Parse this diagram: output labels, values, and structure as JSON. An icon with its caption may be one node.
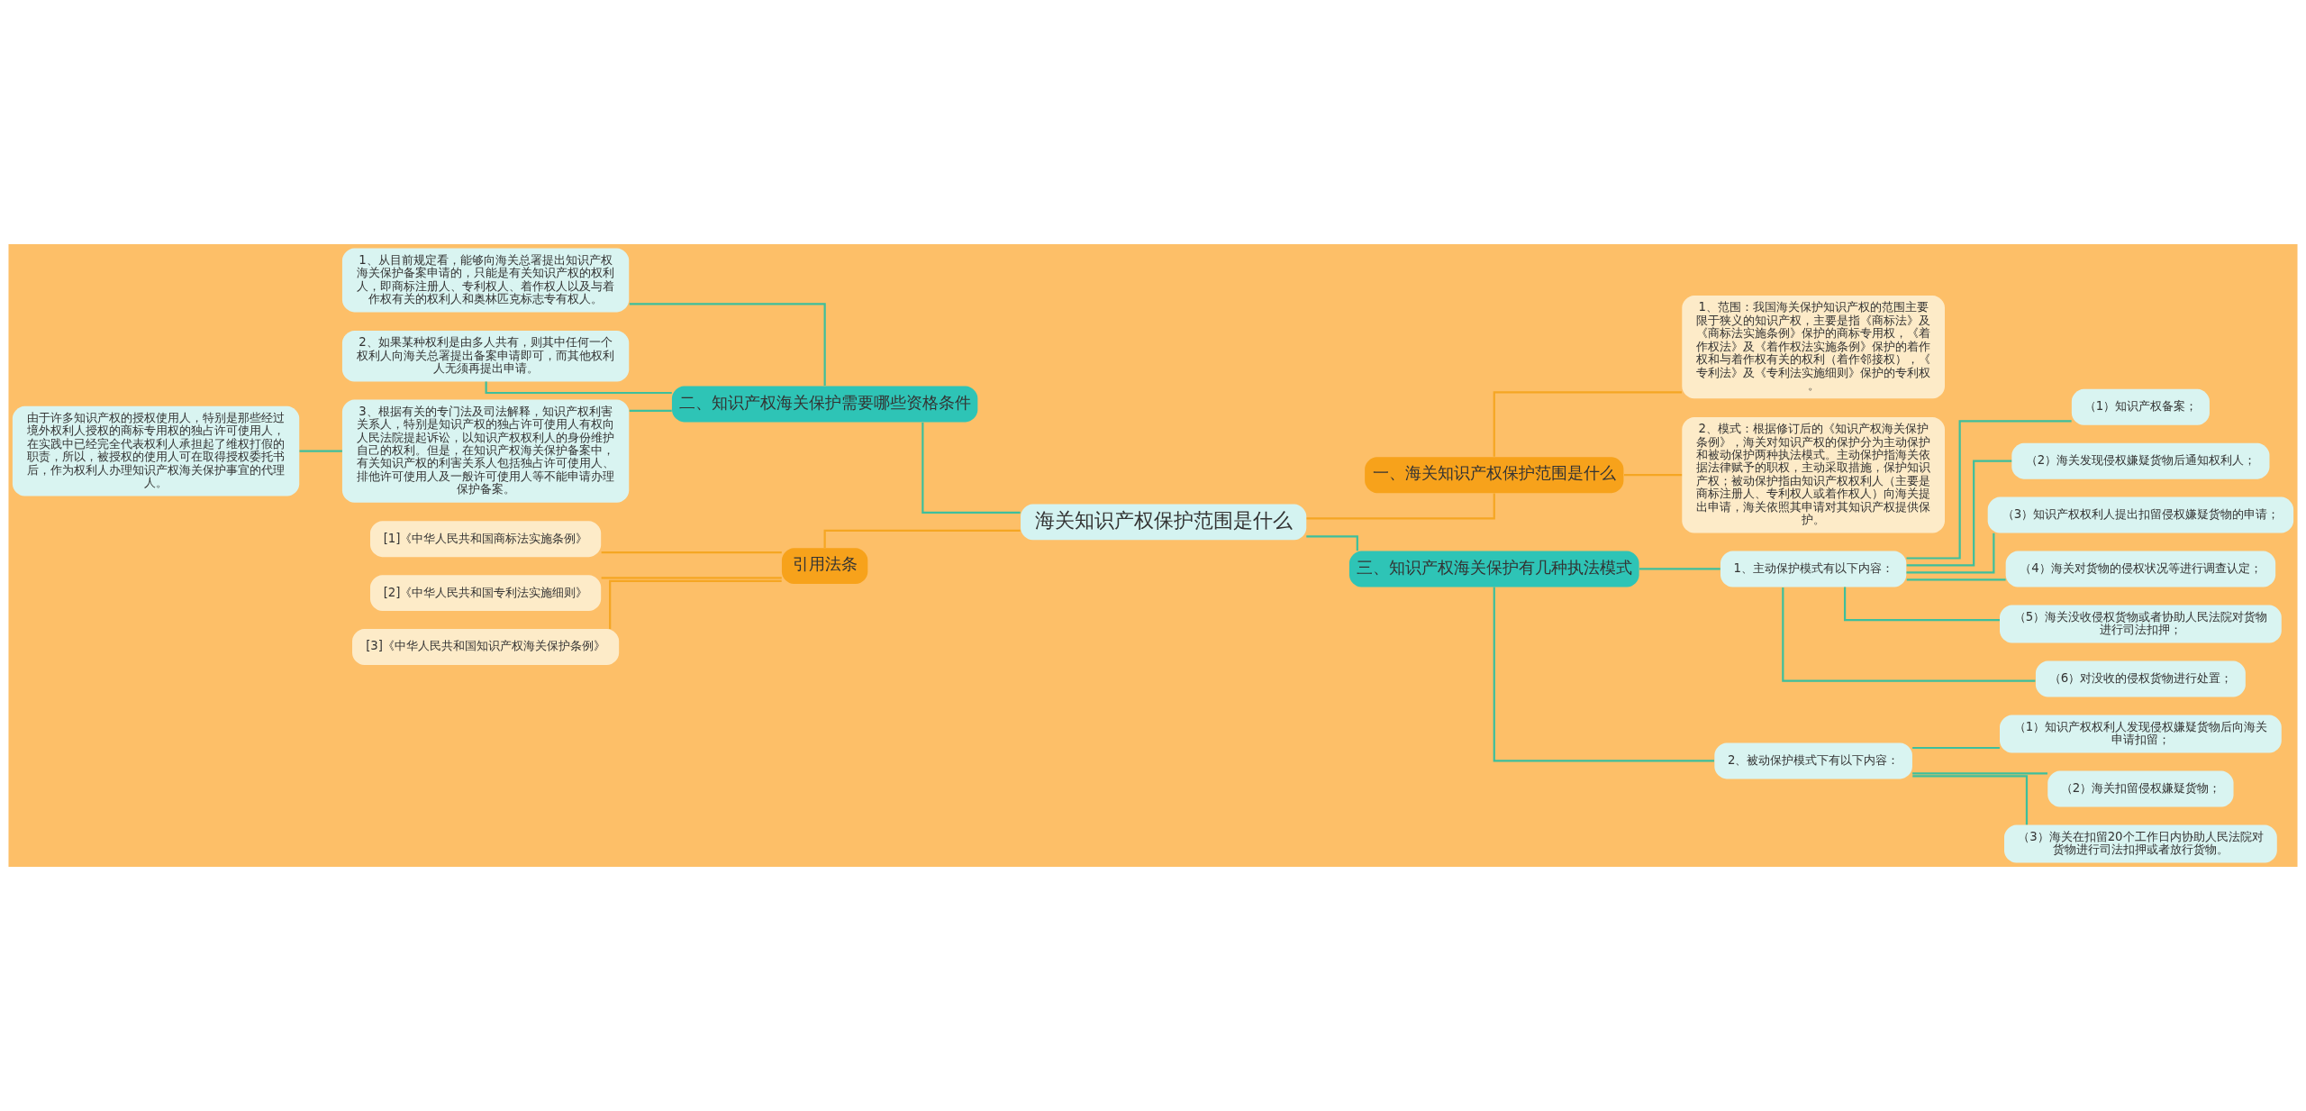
{
  "diagram": {
    "nodes": [
      {
        "text": [
          "海关知识产权保护范围是什么"
        ]
      },
      {
        "text": [
          "一、海关知识产权保护范围是什么"
        ]
      },
      {
        "text": [
          "1、范围：我国海关保护知识产权的范围主要限于狭义的知识产权，主要是指《商标法》及《商标法实施条例》保护的商标专用权，《着作权法》及《着作权法实施条例》保护的着作权和与着作权有关的权利（着作邻接权），《专利法》及《专利法实施细则》保护的专利权。"
        ]
      },
      {
        "text": [
          "2、模式：根据修订后的《知识产权海关保护条例》，海关对知识产权的保护分为主动保护和被动保护两种执法模式。主动保护指海关依据法律赋予的职权，主动采取措施，保护知识产权；被动保护指由知识产权权利人（主要是商标注册人、专利权人或着作权人）向海关提出申请，海关依照其申请对其知识产权提供保护。"
        ]
      },
      {
        "text": [
          "二、知识产权海关保护需要哪些资格条件"
        ]
      },
      {
        "text": [
          "1、从目前规定看，能够向海关总署提出知识产权海关保护备案申请的，只能是有关知识产权的权利人，即商标注册人、专利权人、着作权人以及与着作权有关的权利人和奥林匹克标志专有权人。"
        ]
      },
      {
        "text": [
          "2、如果某种权利是由多人共有，则其中任何一个权利人向海关总署提出备案申请即可，而其他权利人无须再提出申请。"
        ]
      },
      {
        "text": [
          "3、根据有关的专门法及司法解释，知识产权利害关系人，特别是知识产权的独占许可使用人有权向人民法院提起诉讼，以知识产权权利人的身份维护自己的权利。但是，在知识产权海关保护备案中，有关知识产权的利害关系人包括独占许可使用人、排他许可使用人及一般许可使用人等不能申请办理保护备案。"
        ]
      },
      {
        "text": [
          "由于许多知识产权的授权使用人，特别是那些经过境外权利人授权的商标专用权的独占许可使用人，在实践中已经完全代表权利人承担起了维权打假的职责，所以，被授权的使用人可在取得授权委托书后，作为权利人办理知识产权海关保护事宜的代理人。"
        ]
      },
      {
        "text": [
          "引用法条"
        ]
      },
      {
        "text": [
          "[1]《中华人民共和国商标法实施条例》"
        ]
      },
      {
        "text": [
          "[2]《中华人民共和国专利法实施细则》"
        ]
      },
      {
        "text": [
          "[3]《中华人民共和国知识产权海关保护条例》"
        ]
      },
      {
        "text": [
          "三、知识产权海关保护有几种执法模式"
        ]
      },
      {
        "text": [
          "1、主动保护模式有以下内容："
        ]
      },
      {
        "text": [
          "（1）知识产权备案；"
        ]
      },
      {
        "text": [
          "（2）海关发现侵权嫌疑货物后通知权利人；"
        ]
      },
      {
        "text": [
          "（3）知识产权权利人提出扣留侵权嫌疑货物的申请；"
        ]
      },
      {
        "text": [
          "（4）海关对货物的侵权状况等进行调查认定；"
        ]
      },
      {
        "text": [
          "（5）海关没收侵权货物或者协助人民法院对货物进行司法扣押；"
        ]
      },
      {
        "text": [
          "（6）对没收的侵权货物进行处置；"
        ]
      },
      {
        "text": [
          "2、被动保护模式下有以下内容："
        ]
      },
      {
        "text": [
          "（1）知识产权权利人发现侵权嫌疑货物后向海关申请扣留；"
        ]
      },
      {
        "text": [
          "（2）海关扣留侵权嫌疑货物；"
        ]
      },
      {
        "text": [
          "（3）海关在扣留20个工作日内协助人民法院对货物进行司法扣押或者放行货物。"
        ]
      }
    ],
    "edges": [
      {
        "from": 0,
        "to": 1,
        "arrow": "none",
        "color": "#f5a623"
      },
      {
        "from": 1,
        "to": 2,
        "arrow": "none",
        "color": "#f5a623"
      },
      {
        "from": 1,
        "to": 3,
        "arrow": "none",
        "color": "#f5a623"
      },
      {
        "from": 4,
        "to": 0,
        "arrow": "none"
      },
      {
        "from": 5,
        "to": 4,
        "arrow": "none"
      },
      {
        "from": 6,
        "to": 4,
        "arrow": "none"
      },
      {
        "from": 7,
        "to": 4,
        "arrow": "none"
      },
      {
        "from": 8,
        "to": 7,
        "arrow": "none"
      },
      {
        "from": 9,
        "to": 0,
        "arrow": "none",
        "color": "#f5a623"
      },
      {
        "from": 10,
        "to": 9,
        "arrow": "none",
        "color": "#f5a623"
      },
      {
        "from": 11,
        "to": 9,
        "arrow": "none",
        "color": "#f5a623"
      },
      {
        "from": 12,
        "to": 9,
        "arrow": "none",
        "color": "#f5a623"
      },
      {
        "from": 0,
        "to": 13,
        "arrow": "none"
      },
      {
        "from": 13,
        "to": 14,
        "arrow": "none"
      },
      {
        "from": 14,
        "to": 15,
        "arrow": "none"
      },
      {
        "from": 14,
        "to": 16,
        "arrow": "none"
      },
      {
        "from": 14,
        "to": 17,
        "arrow": "none"
      },
      {
        "from": 14,
        "to": 18,
        "arrow": "none"
      },
      {
        "from": 14,
        "to": 19,
        "arrow": "none"
      },
      {
        "from": 14,
        "to": 20,
        "arrow": "none"
      },
      {
        "from": 13,
        "to": 21,
        "arrow": "none"
      },
      {
        "from": 21,
        "to": 22,
        "arrow": "none"
      },
      {
        "from": 21,
        "to": 23,
        "arrow": "none"
      },
      {
        "from": 21,
        "to": 24,
        "arrow": "none"
      }
    ]
  }
}
